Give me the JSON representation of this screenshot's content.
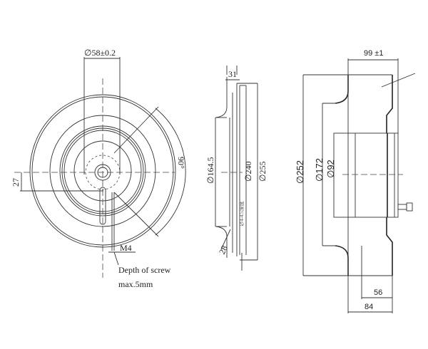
{
  "front_view": {
    "hub_diameter": "∅58±0.2",
    "offset": "27",
    "angle": "90°",
    "thread": "M4",
    "note_line1": "Depth of  screw",
    "note_line2": "max.5mm"
  },
  "side_view": {
    "width": "31",
    "inlet_diameter": "∅164.5",
    "mount_diameter": "∅240",
    "outer_diameter": "∅255",
    "radius": "28",
    "hole_note": "∅4-4.5深度"
  },
  "section_view": {
    "overall_width": "99 ±1",
    "impeller_diameter": "∅252",
    "inner_diameter": "∅172",
    "motor_diameter": "∅92",
    "depth_56": "56",
    "depth_84": "84"
  }
}
